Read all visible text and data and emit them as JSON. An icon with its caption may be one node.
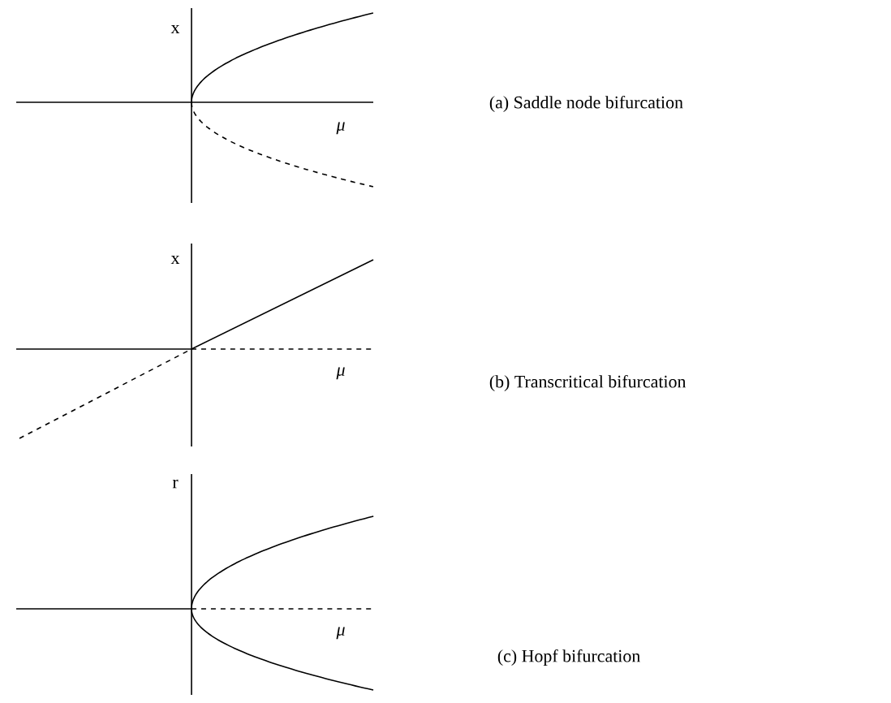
{
  "diagram": {
    "labels": [
      "x",
      "μ",
      "(a) Saddle node bifurcation",
      "x",
      "μ",
      "(b) Transcritical bifurcation",
      "r",
      "μ",
      "(c) Hopf bifurcation"
    ]
  }
}
